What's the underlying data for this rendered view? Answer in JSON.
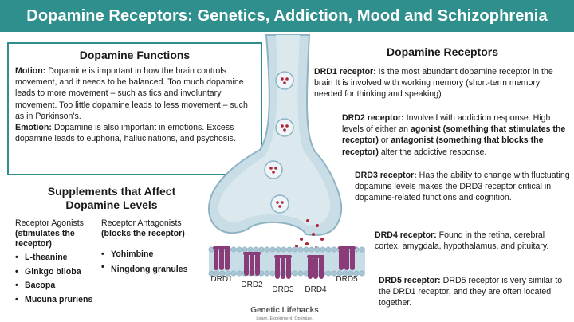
{
  "header": {
    "title": "Dopamine Receptors: Genetics, Addiction, Mood and Schizophrenia"
  },
  "functions": {
    "title": "Dopamine Functions",
    "motion_label": "Motion:",
    "motion_text": " Dopamine is important in how the brain controls movement, and it needs to be balanced. Too much dopamine leads to more movement – such as tics and involuntary movement. Too little dopamine leads to less movement – such as in Parkinson's.",
    "emotion_label": "Emotion:",
    "emotion_text": " Dopamine is also important in emotions. Excess dopamine leads to euphoria, hallucinations, and psychosis."
  },
  "supplements": {
    "title": "Supplements that Affect Dopamine Levels",
    "agonists": {
      "head": "Receptor Agonists",
      "sub": "(stimulates the receptor)",
      "items": [
        "L-theanine",
        "Ginkgo biloba",
        "Bacopa",
        "Mucuna pruriens"
      ]
    },
    "antagonists": {
      "head": "Receptor Antagonists",
      "sub": "(blocks the receptor)",
      "items": [
        "Yohimbine",
        "Ningdong granules"
      ]
    }
  },
  "receptors": {
    "title": "Dopamine Receptors",
    "drd1": {
      "label": "DRD1 receptor:",
      "text": " Is the most abundant dopamine receptor in the brain It is involved with working memory (short-term memory needed for thinking and speaking)"
    },
    "drd2": {
      "label": "DRD2 receptor:",
      "text1": " Involved with addiction response. High levels of either an ",
      "agonist": "agonist (something that stimulates the receptor)",
      "text2": " or ",
      "antagonist": "antagonist (something that blocks the receptor)",
      "text3": " alter the addictive response."
    },
    "drd3": {
      "label": "DRD3 receptor:",
      "text": " Has the ability to change with fluctuating dopamine levels makes the DRD3 receptor critical in dopamine-related functions and cognition."
    },
    "drd4": {
      "label": "DRD4 receptor:",
      "text": " Found in the retina, cerebral cortex, amygdala, hypothalamus, and pituitary."
    },
    "drd5": {
      "label": "DRD5 receptor:",
      "text": " DRD5 receptor is very similar to the DRD1 receptor, and they are often located together."
    }
  },
  "diagram": {
    "receptor_labels": [
      "DRD1",
      "DRD2",
      "DRD3",
      "DRD4",
      "DRD5"
    ],
    "logo_name": "Genetic Lifehacks",
    "logo_tagline": "Learn. Experiment. Optimize."
  },
  "colors": {
    "teal": "#2f8f8c",
    "neuron": "#c9dde6",
    "neuron_stroke": "#8fb3c4",
    "receptor": "#8a3c78",
    "dopamine": "#b0243a"
  }
}
